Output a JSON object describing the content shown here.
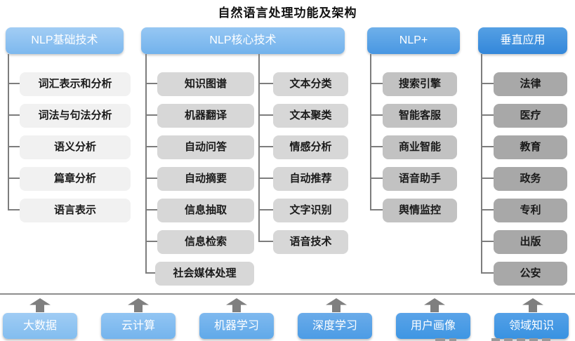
{
  "title": "自然语言处理功能及架构",
  "columns": [
    {
      "header": "NLP基础技术",
      "header_color": "#8cc1f0",
      "item_color": "#f1f1f1",
      "items": [
        "词汇表示和分析",
        "词法与句法分析",
        "语义分析",
        "篇章分析",
        "语言表示"
      ]
    },
    {
      "header": "NLP核心技术",
      "header_color": "#7ebbef",
      "item_color": "#d7d7d7",
      "items_left": [
        "知识图谱",
        "机器翻译",
        "自动问答",
        "自动摘要",
        "信息抽取",
        "信息检索",
        "社会媒体处理"
      ],
      "items_right": [
        "文本分类",
        "文本聚类",
        "情感分析",
        "自动推荐",
        "文字识别",
        "语音技术"
      ]
    },
    {
      "header": "NLP+",
      "header_color": "#57a1e4",
      "item_color": "#c2c2c2",
      "items": [
        "搜索引擎",
        "智能客服",
        "商业智能",
        "语音助手",
        "舆情监控"
      ]
    },
    {
      "header": "垂直应用",
      "header_color": "#3e8edd",
      "item_color": "#a8a8a8",
      "items": [
        "法律",
        "医疗",
        "教育",
        "政务",
        "专利",
        "出版",
        "公安"
      ]
    }
  ],
  "foundation": [
    {
      "label": "大数据",
      "color": "#8ec4f1"
    },
    {
      "label": "云计算",
      "color": "#7cbaf0"
    },
    {
      "label": "机器学习",
      "color": "#67aeea"
    },
    {
      "label": "深度学习",
      "color": "#539fe6"
    },
    {
      "label": "用户画像",
      "color": "#439ae5"
    },
    {
      "label": "领域知识",
      "color": "#3c96e3"
    }
  ],
  "connector_color": "#7d7d7d"
}
